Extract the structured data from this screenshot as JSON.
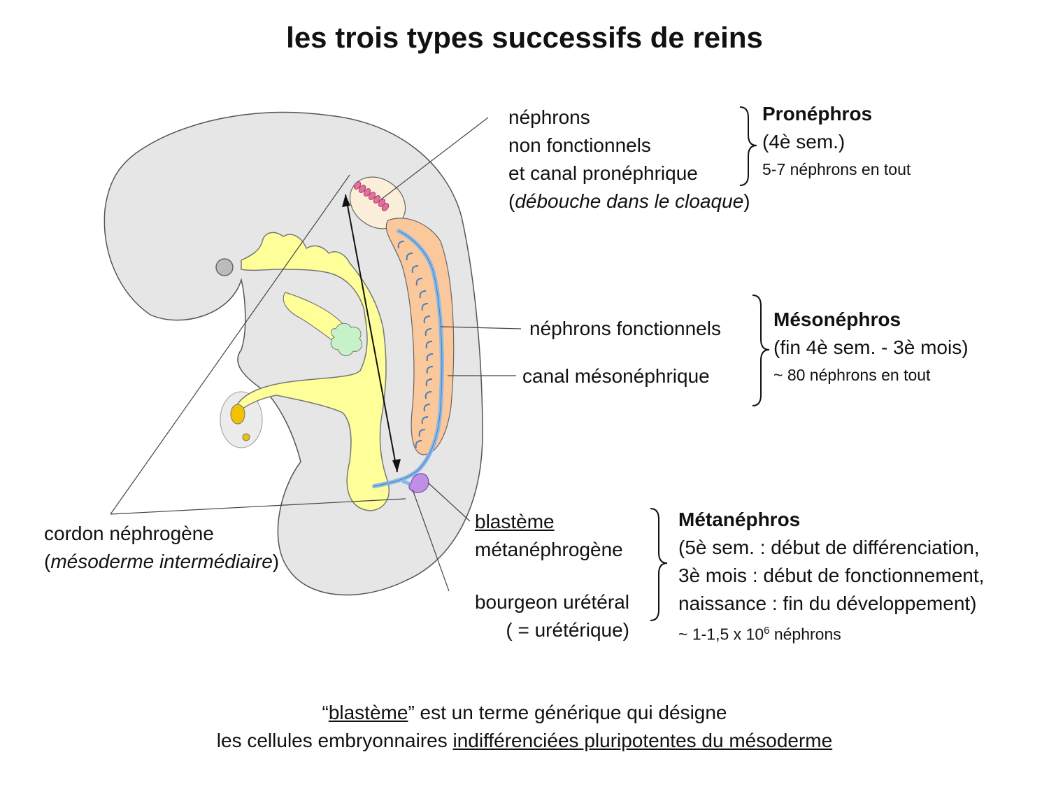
{
  "title": "les trois types successifs de reins",
  "pronephros": {
    "label_lines": [
      "néphrons",
      "non fonctionnels",
      "et canal pronéphrique"
    ],
    "note_open": "(",
    "note_italic": "débouche dans le cloaque",
    "note_close": ")",
    "heading": "Pronéphros",
    "period": "(4è sem.)",
    "count": "5-7 néphrons en tout"
  },
  "mesonephros": {
    "label_nephrons": "néphrons fonctionnels",
    "label_canal": "canal mésonéphrique",
    "heading": "Mésonéphros",
    "period": "(fin 4è sem. - 3è mois)",
    "count": "~ 80 néphrons en tout"
  },
  "metanephros": {
    "label_blasteme": "blastème",
    "label_blasteme2": "métanéphrogène",
    "label_bourgeon": "bourgeon urétéral",
    "label_bourgeon2": "( = urétérique)",
    "heading": "Métanéphros",
    "lines": [
      "(5è sem. : début de différenciation,",
      "3è mois : début de fonctionnement,",
      "naissance : fin du développement)"
    ],
    "count_prefix": "~ 1-1,5 x 10",
    "count_exp": "6",
    "count_suffix": " néphrons"
  },
  "cordon": {
    "label": "cordon néphrogène",
    "note_open": "(",
    "note_italic": "mésoderme intermédiaire",
    "note_close": ")"
  },
  "footer": {
    "line1_open": "“",
    "line1_term": "blastème",
    "line1_rest": "” est un terme générique qui désigne",
    "line2_plain": "les cellules embryonnaires ",
    "line2_underlined": "indifférenciées pluripotentes du mésoderme"
  },
  "colors": {
    "embryo": "#e6e6e6",
    "gut": "#ffff99",
    "mesonephros": "#fbc89c",
    "pronephros_region": "#fcefd9",
    "pronephros_tubules": "#e0709c",
    "duct": "#8ab9e8",
    "metanephros": "#bf8fe6",
    "green_bud": "#c7f2c7",
    "yolk": "#f2c200"
  }
}
